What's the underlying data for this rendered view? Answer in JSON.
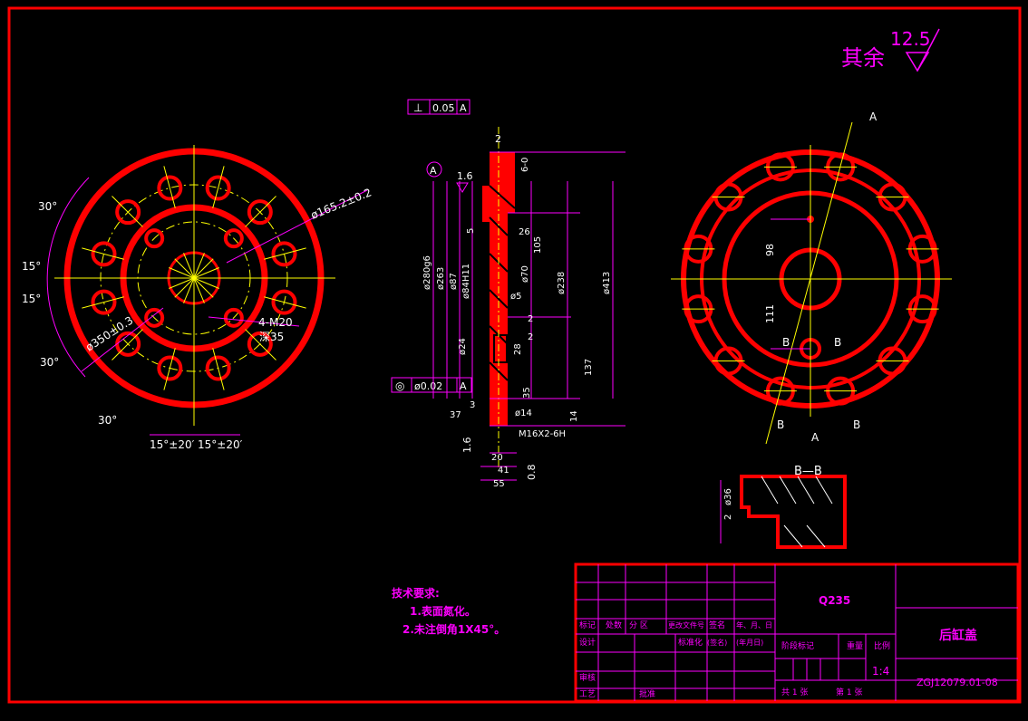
{
  "colors": {
    "background": "#000000",
    "frame": "#ff0000",
    "outline": "#ff0000",
    "dimension": "#ff00ff",
    "centerline": "#ffff00",
    "hidden": "#ffffff",
    "title": "#ff00ff"
  },
  "surface_finish": {
    "label": "其余",
    "value": "12.5"
  },
  "left_view": {
    "angles": [
      "30°",
      "15°",
      "15°",
      "30°",
      "30°",
      "15°±20′",
      "15°±20′"
    ],
    "dims": [
      "ø165.2±0.2",
      "ø350±0.3",
      "4-M20",
      "深35"
    ]
  },
  "section_view": {
    "flatness": {
      "symbol": "⊥",
      "tol": "0.05",
      "datum": "A"
    },
    "coaxial": {
      "symbol": "◎",
      "tol": "ø0.02",
      "datum": "A"
    },
    "datum_label": "A",
    "roughness": [
      "1.6",
      "1.6",
      "0.8"
    ],
    "dims_top": [
      "2",
      "6-0"
    ],
    "vertical_dims": [
      "ø280g6",
      "ø263",
      "ø87",
      "ø84H11",
      "ø70",
      "ø238",
      "ø413",
      "ø24",
      "ø5",
      "ø14",
      "26",
      "105",
      "137",
      "14",
      "5",
      "2",
      "2",
      "3",
      "37",
      "20",
      "35",
      "55",
      "41",
      "28"
    ],
    "thread": "M16X2-6H"
  },
  "right_view": {
    "dims": [
      "98",
      "111"
    ],
    "labels": [
      "A",
      "A",
      "B",
      "B",
      "B",
      "B"
    ]
  },
  "section_bb": {
    "label": "B—B",
    "dims": [
      "ø36",
      "2"
    ]
  },
  "tech_req": {
    "title": "技术要求:",
    "lines": [
      "1.表面氮化。",
      "2.未注倒角1X45°。"
    ]
  },
  "title_block": {
    "material": "Q235",
    "part_name": "后缸盖",
    "drawing_no": "ZGJ12079.01-08",
    "scale_label": "比例",
    "scale": "1:4",
    "weight_label": "重量",
    "stage_label": "阶段标记",
    "sheet_total": "共 1 张",
    "sheet_no": "第 1 张",
    "standard_label": "标准化",
    "sign_label": "(签名)",
    "date_label": "(年月日)",
    "row_labels": [
      "标记",
      "处数",
      "分 区",
      "更改文件号",
      "签名",
      "年、月、日"
    ],
    "design": "设计",
    "check": "审核",
    "process": "工艺",
    "approve": "批准"
  }
}
